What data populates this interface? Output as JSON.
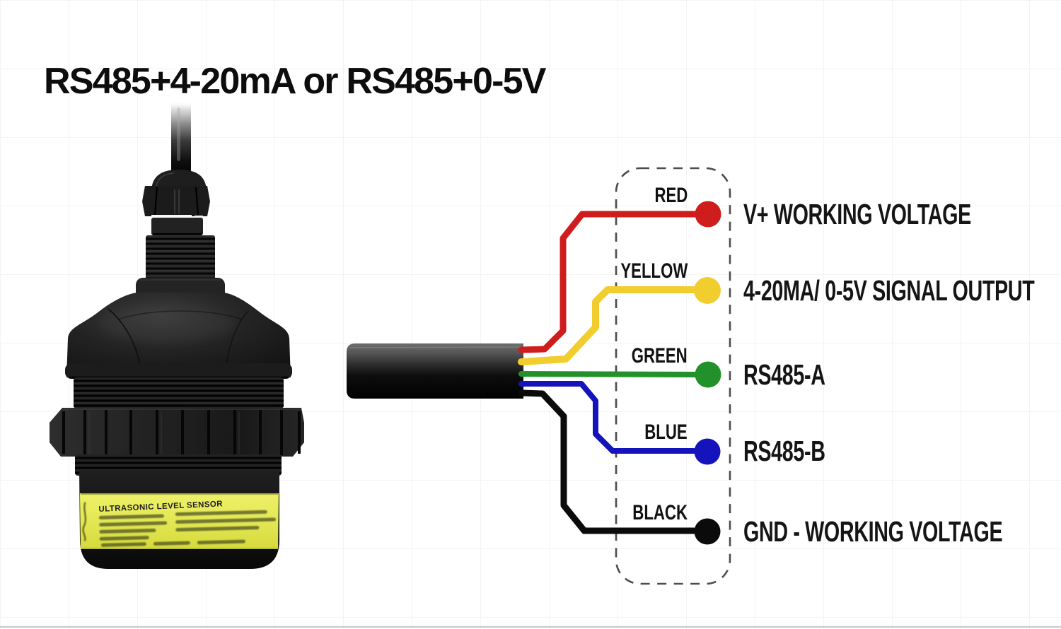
{
  "title": "RS485+4-20mA or RS485+0-5V",
  "sensor": {
    "label_title": "ULTRASONIC LEVEL SENSOR"
  },
  "wiring": {
    "wires": [
      {
        "name": "RED",
        "function": "V+ WORKING VOLTAGE",
        "color": "#cf1d1d"
      },
      {
        "name": "YELLOW",
        "function": "4-20MA/ 0-5V SIGNAL OUTPUT",
        "color": "#f2cd2e"
      },
      {
        "name": "GREEN",
        "function": "RS485-A",
        "color": "#23912a"
      },
      {
        "name": "BLUE",
        "function": "RS485-B",
        "color": "#1513bb"
      },
      {
        "name": "BLACK",
        "function": "GND - WORKING VOLTAGE",
        "color": "#0b0b0b"
      }
    ]
  }
}
